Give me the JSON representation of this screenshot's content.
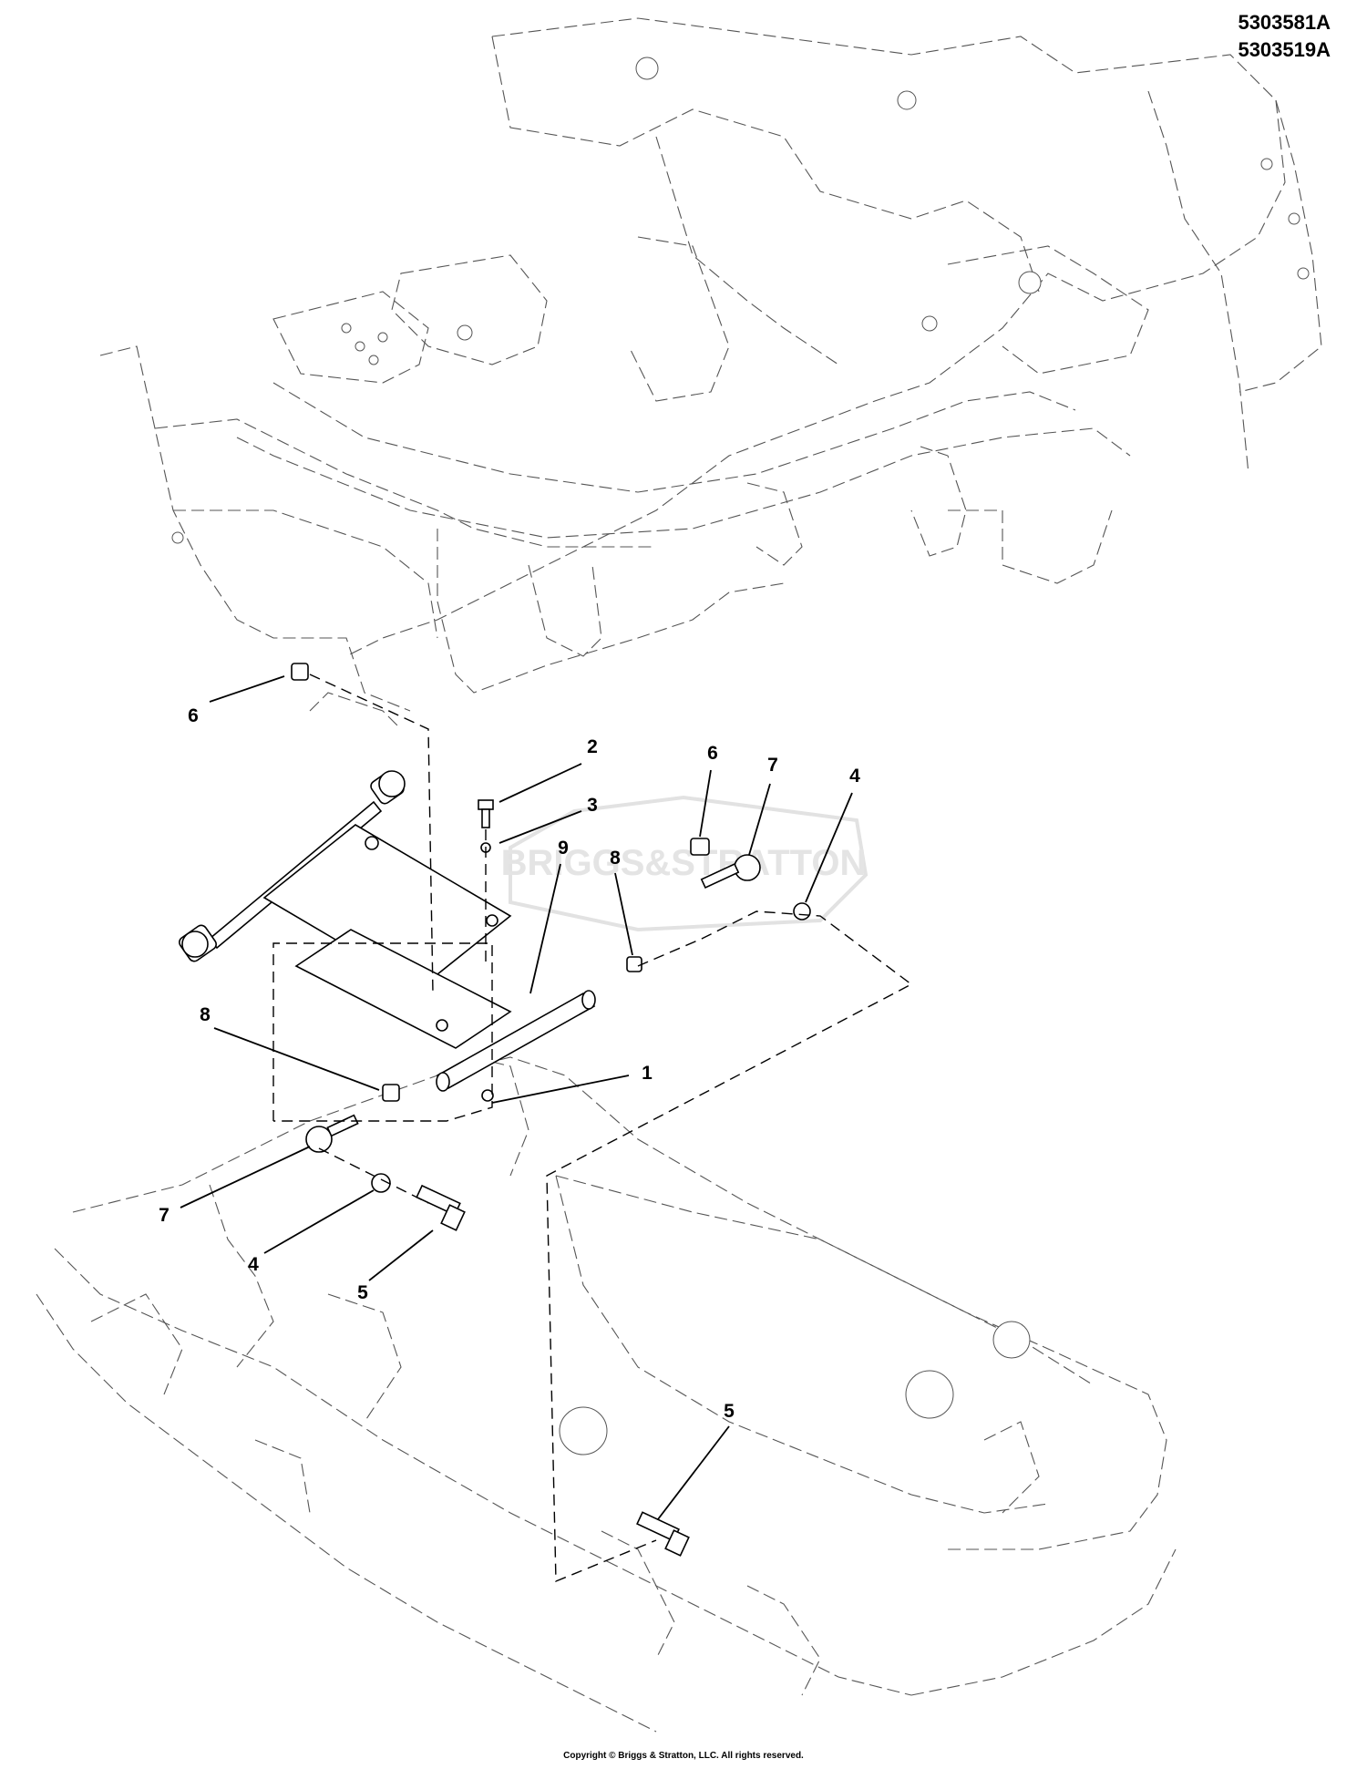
{
  "header": {
    "part_numbers": [
      "5303581A",
      "5303519A"
    ]
  },
  "watermark": {
    "text": "BRIGGS&STRATTON"
  },
  "callouts": [
    {
      "id": "c-6a",
      "label": "6"
    },
    {
      "id": "c-2",
      "label": "2"
    },
    {
      "id": "c-3",
      "label": "3"
    },
    {
      "id": "c-6b",
      "label": "6"
    },
    {
      "id": "c-7a",
      "label": "7"
    },
    {
      "id": "c-4a",
      "label": "4"
    },
    {
      "id": "c-8a",
      "label": "8"
    },
    {
      "id": "c-9",
      "label": "9"
    },
    {
      "id": "c-8b",
      "label": "8"
    },
    {
      "id": "c-1",
      "label": "1"
    },
    {
      "id": "c-7b",
      "label": "7"
    },
    {
      "id": "c-4b",
      "label": "4"
    },
    {
      "id": "c-5a",
      "label": "5"
    },
    {
      "id": "c-5b",
      "label": "5"
    }
  ],
  "footer": {
    "copyright": "Copyright © Briggs & Stratton, LLC. All rights reserved."
  }
}
